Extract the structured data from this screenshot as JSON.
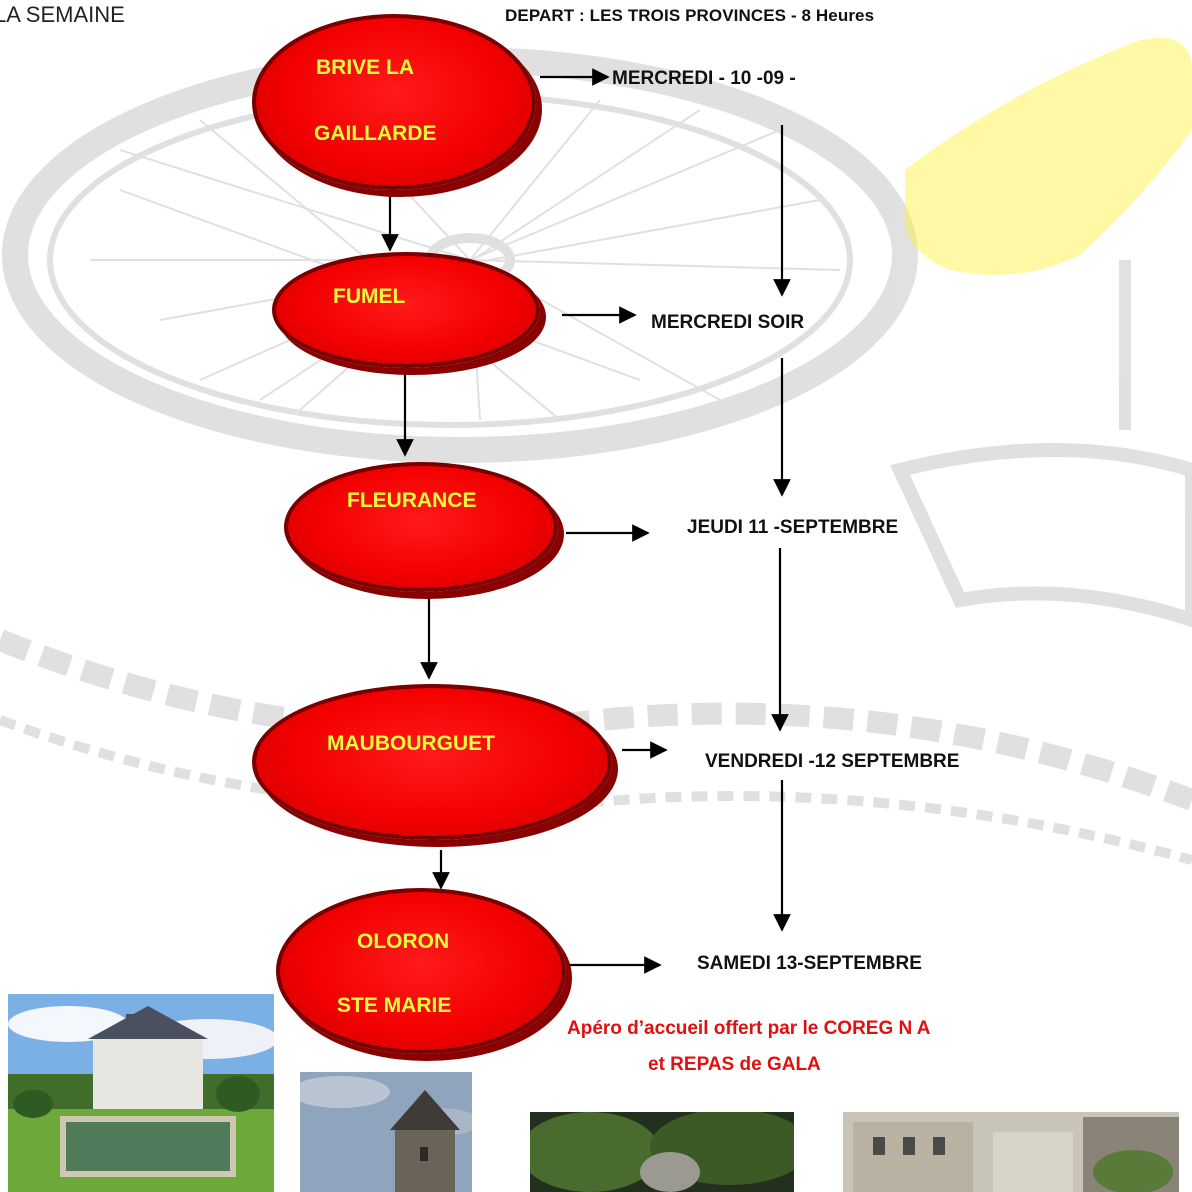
{
  "header": {
    "left_text": "LA SEMAINE",
    "departure": "DEPART : LES  TROIS PROVINCES - 8 Heures"
  },
  "stages": [
    {
      "line1": "BRIVE LA",
      "line2": "GAILLARDE"
    },
    {
      "line1": "FUMEL"
    },
    {
      "line1": "FLEURANCE"
    },
    {
      "line1": "MAUBOURGUET"
    },
    {
      "line1": "OLORON",
      "line2": "STE  MARIE"
    }
  ],
  "days": [
    "MERCREDI - 10 -09 -",
    "MERCREDI SOIR",
    "JEUDI  11 -SEPTEMBRE",
    "VENDREDI -12 SEPTEMBRE",
    "SAMEDI 13-SEPTEMBRE"
  ],
  "note": {
    "line1": "Apéro d’accueil offert par le COREG N A",
    "line2": "et  REPAS de GALA"
  },
  "colors": {
    "stage_fill": "#f40000",
    "stage_text": "#f3f340",
    "note_text": "#e01010"
  }
}
